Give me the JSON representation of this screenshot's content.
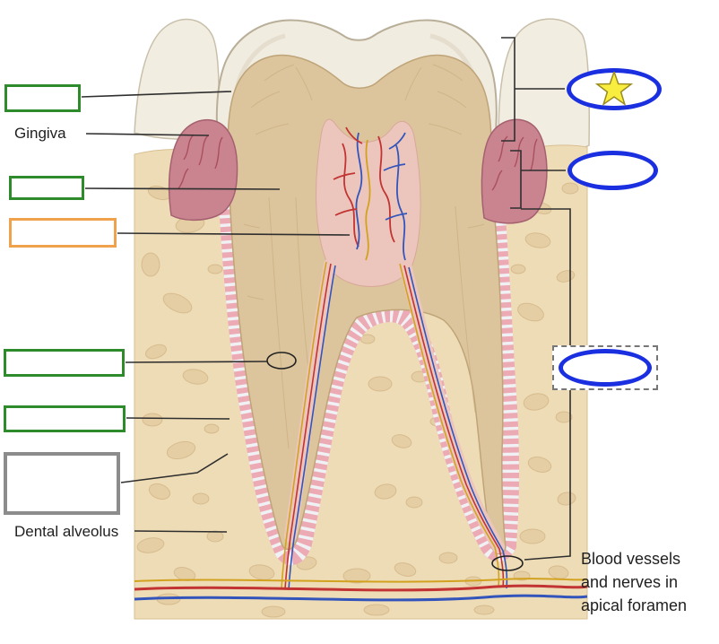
{
  "text_labels": {
    "gingiva": "Gingiva",
    "dental_alveolus": "Dental alveolus",
    "apical_foramen_lines": [
      "Blood vessels",
      "and nerves in",
      "apical foramen"
    ]
  },
  "answer_targets": {
    "green_boxes": 4,
    "orange_boxes": 1,
    "gray_boxes": 1,
    "blue_ellipses": 3,
    "starred_ellipse": "ellipse-1"
  },
  "icons": {
    "star": "★"
  },
  "colors": {
    "green_box_border": "#2e8b2c",
    "orange_box_border": "#f0a14b",
    "gray_box_border": "#8c8c8c",
    "blue_ellipse_stroke": "#1a2fe0",
    "star_fill": "#f8ee3f",
    "star_stroke": "#9a8a20",
    "connector_line": "#2f2f2f",
    "enamel": "#f1ece0",
    "dentin": "#dcc49c",
    "pulp": "#ecc6bc",
    "bone": "#eedcb6",
    "gingiva_pink": "#c98490",
    "ligament_pink": "#ecaab4",
    "artery_red": "#c23333",
    "vein_blue": "#3355bb",
    "nerve_yellow": "#d2a21f"
  }
}
